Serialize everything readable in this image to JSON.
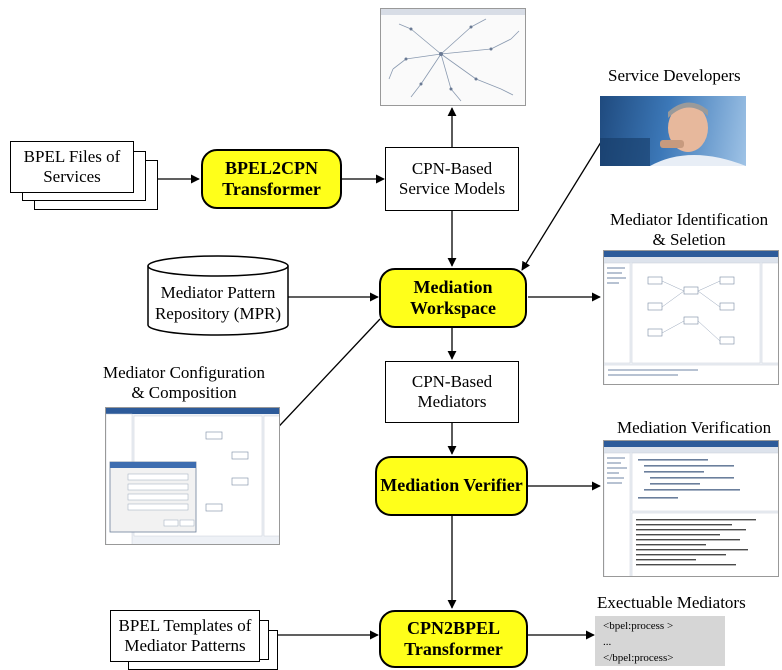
{
  "nodes": {
    "bpel_files": "BPEL Files of\nServices",
    "bpel2cpn": "BPEL2CPN\nTransformer",
    "cpn_models": "CPN-Based\nService Models",
    "mpr": "Mediator Pattern\nRepository (MPR)",
    "workspace": "Mediation\nWorkspace",
    "cpn_mediators": "CPN-Based\nMediators",
    "verifier": "Mediation Verifier",
    "bpel_templates": "BPEL Templates of\nMediator Patterns",
    "cpn2bpel": "CPN2BPEL\nTransformer"
  },
  "captions": {
    "service_developers": "Service Developers",
    "identification": "Mediator Identification\n& Seletion",
    "configuration": "Mediator Configuration\n& Composition",
    "verification": "Mediation Verification",
    "executable": "Exectuable Mediators"
  },
  "code_lines": [
    "<bpel:process >",
    "...",
    "</bpel:process>"
  ]
}
